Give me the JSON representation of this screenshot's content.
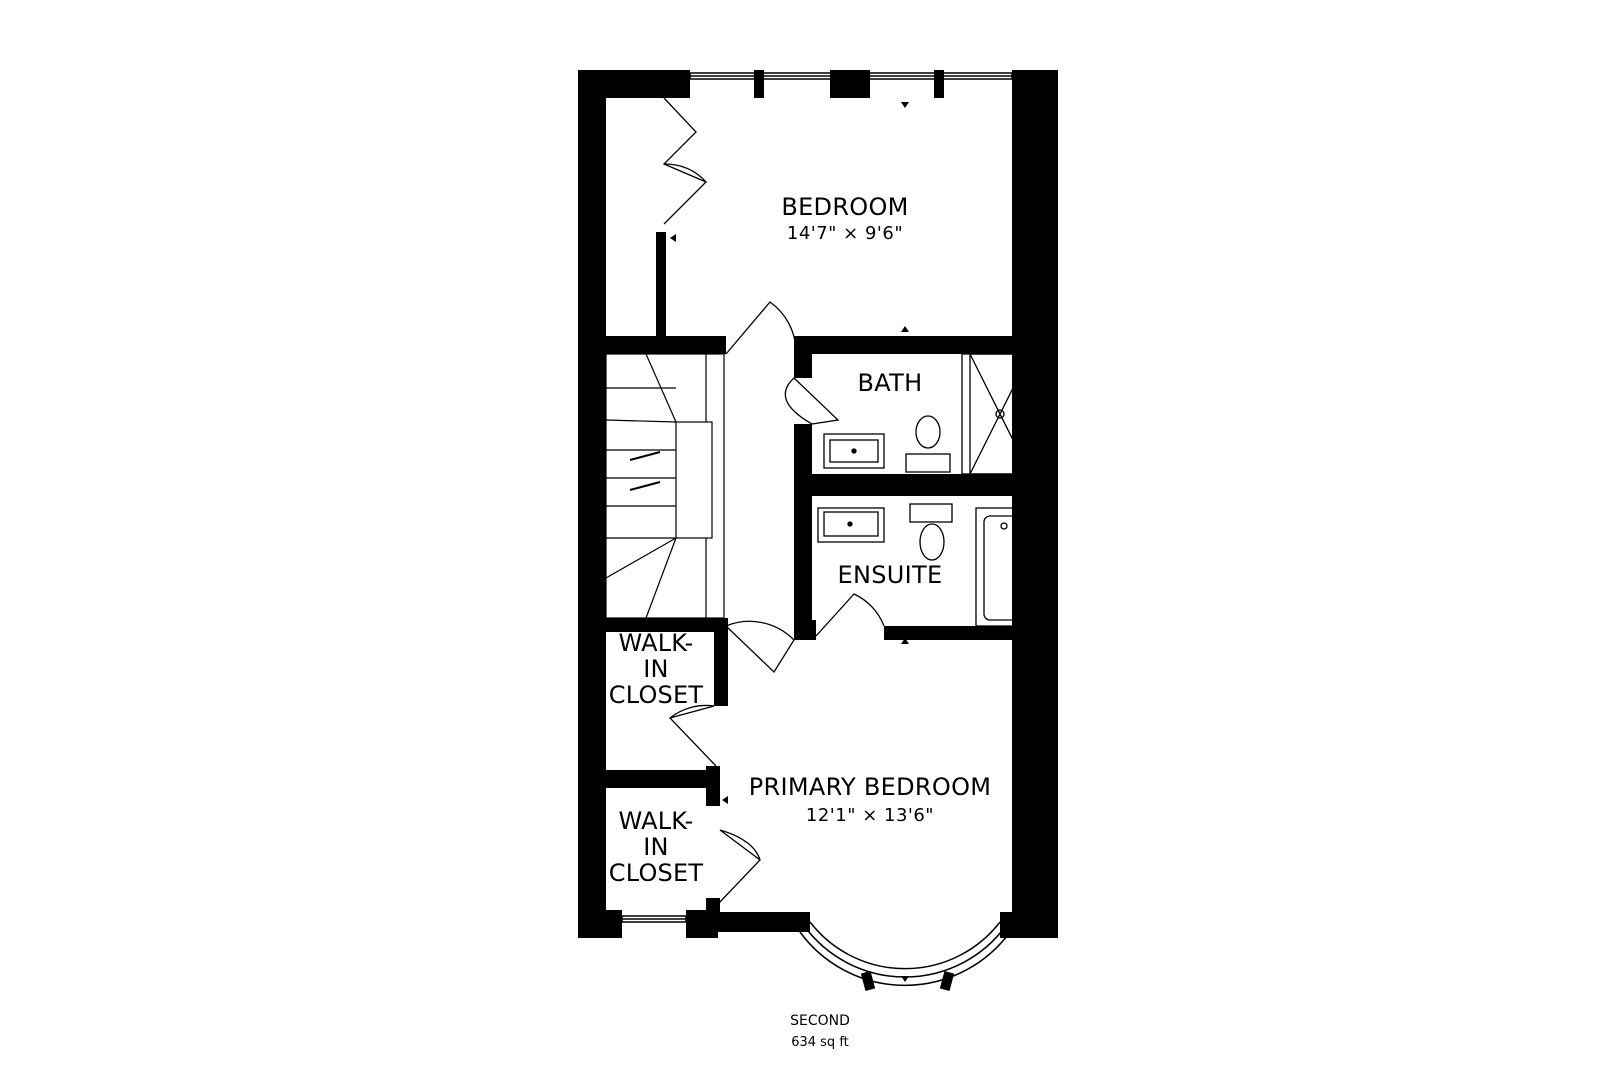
{
  "colors": {
    "wall": "#000000",
    "background": "#ffffff",
    "fixture": "#000000"
  },
  "rooms": {
    "bedroom": {
      "name": "BEDROOM",
      "dims": "14'7\" × 9'6\""
    },
    "bath": {
      "name": "BATH"
    },
    "ensuite": {
      "name": "ENSUITE"
    },
    "primary_bedroom": {
      "name": "PRIMARY BEDROOM",
      "dims": "12'1\" × 13'6\""
    },
    "walk_in_closet_upper": {
      "line1": "WALK-",
      "line2": "IN",
      "line3": "CLOSET"
    },
    "walk_in_closet_lower": {
      "line1": "WALK-",
      "line2": "IN",
      "line3": "CLOSET"
    }
  },
  "floor": {
    "name": "SECOND",
    "area": "634 sq ft"
  }
}
